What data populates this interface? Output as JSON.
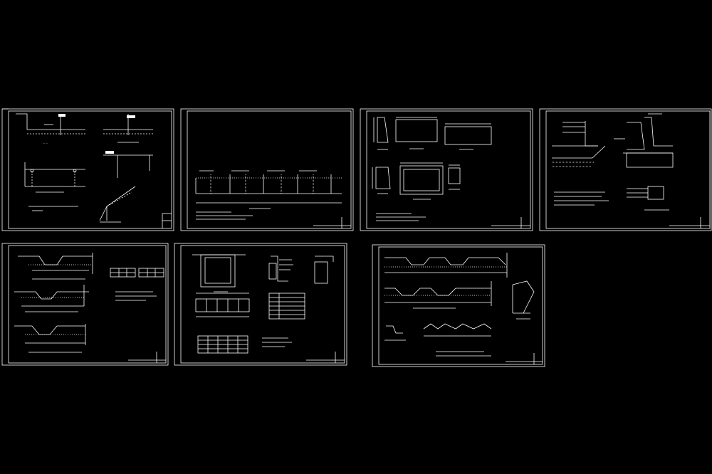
{
  "canvas": {
    "background": "#000000",
    "line_color": "#ffffff",
    "accent_color": "#cfcfcf"
  },
  "sheets": [
    {
      "id": "sheet-1",
      "title": "",
      "row": 1,
      "col": 1
    },
    {
      "id": "sheet-2",
      "title": "",
      "row": 1,
      "col": 2
    },
    {
      "id": "sheet-3",
      "title": "",
      "row": 1,
      "col": 3
    },
    {
      "id": "sheet-4",
      "title": "",
      "row": 1,
      "col": 4
    },
    {
      "id": "sheet-5",
      "title": "",
      "row": 2,
      "col": 1
    },
    {
      "id": "sheet-6",
      "title": "",
      "row": 2,
      "col": 2
    },
    {
      "id": "sheet-7",
      "title": "",
      "row": 2,
      "col": 3
    }
  ]
}
